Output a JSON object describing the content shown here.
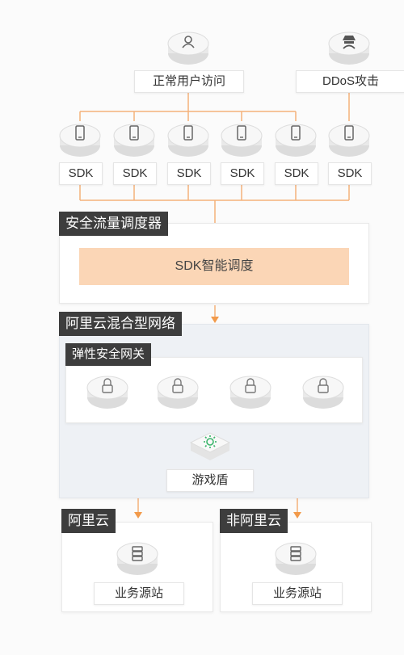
{
  "users": {
    "normal_label": "正常用户访问",
    "ddos_label": "DDoS攻击"
  },
  "sdk": {
    "labels": [
      "SDK",
      "SDK",
      "SDK",
      "SDK",
      "SDK",
      "SDK"
    ]
  },
  "scheduler": {
    "title": "安全流量调度器",
    "bar_label": "SDK智能调度"
  },
  "hybrid_network": {
    "title": "阿里云混合型网络",
    "gateway_title": "弹性安全网关",
    "shield_label": "游戏盾"
  },
  "destinations": {
    "aliyun_title": "阿里云",
    "non_aliyun_title": "非阿里云",
    "aliyun_origin_label": "业务源站",
    "non_aliyun_origin_label": "业务源站"
  },
  "colors": {
    "line": "#f5b17a",
    "arrow": "#f29a4a",
    "tag_bg": "#3d3d3d",
    "sdk_bar": "#fbd6b6",
    "shield_green": "#3bb56b"
  },
  "icons": {
    "user": "user-icon",
    "hacker": "hacker-icon",
    "phone": "phone-icon",
    "lock": "lock-icon",
    "shield": "shield-icon",
    "server": "server-icon"
  }
}
